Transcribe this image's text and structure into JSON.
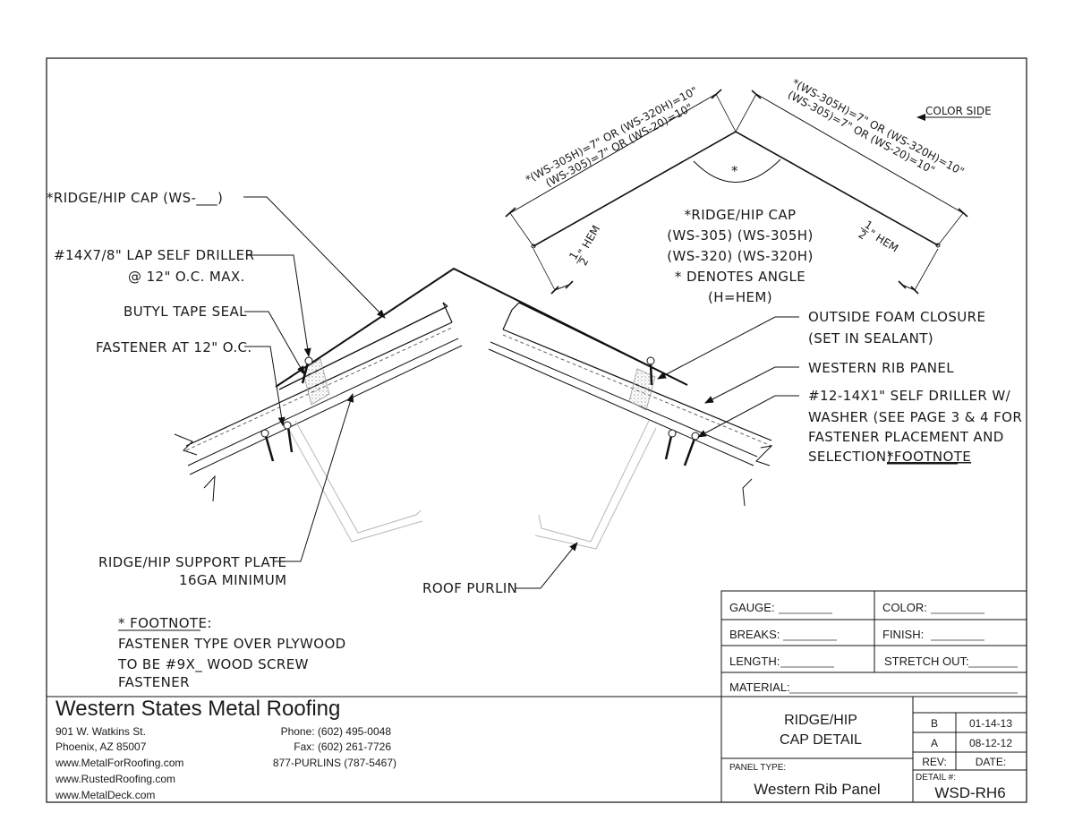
{
  "diagram": {
    "labels": {
      "cap_callout": "*RIDGE/HIP CAP (WS-___)",
      "lap_driller_1": "#14X7/8\" LAP SELF DRILLER",
      "lap_driller_2": "@ 12\" O.C. MAX.",
      "butyl": "BUTYL TAPE SEAL",
      "fastener": "FASTENER AT 12\" O.C.",
      "support_plate_1": "RIDGE/HIP SUPPORT PLATE",
      "support_plate_2": "16GA MINIMUM",
      "roof_purlin": "ROOF PURLIN",
      "foam_1": "OUTSIDE FOAM CLOSURE",
      "foam_2": "(SET IN SEALANT)",
      "rib_panel": "WESTERN RIB PANEL",
      "self_driller_1": "#12-14X1\" SELF DRILLER W/",
      "self_driller_2": "WASHER (SEE PAGE 3 & 4 FOR",
      "self_driller_3": "FASTENER PLACEMENT AND",
      "self_driller_4": "SELECTION)",
      "self_driller_footnote": "*FOOTNOTE",
      "footnote_title": "* FOOTNOTE:",
      "footnote_1": "FASTENER TYPE OVER PLYWOOD",
      "footnote_2": "TO BE #9X_ WOOD SCREW",
      "footnote_3": "FASTENER"
    },
    "profile": {
      "dim_left_1": "*(WS-305H)=7\" OR (WS-320H)=10\"",
      "dim_left_2": "(WS-305)=7\" OR (WS-20)=10\"",
      "dim_right_1": "*(WS-305H)=7\" OR (WS-320H)=10\"",
      "dim_right_2": "(WS-305)=7\" OR (WS-20)=10\"",
      "color_side": "COLOR SIDE",
      "angle_mark": "*",
      "hem_num": "1",
      "hem_den": "2",
      "hem_label": "\" HEM",
      "cap_title": "*RIDGE/HIP CAP",
      "cap_1": "(WS-305) (WS-305H)",
      "cap_2": "(WS-320) (WS-320H)",
      "cap_3": "* DENOTES ANGLE",
      "cap_4": "(H=HEM)"
    }
  },
  "title_block": {
    "fields": {
      "gauge": "GAUGE:",
      "color": "COLOR:",
      "breaks": "BREAKS:",
      "finish": "FINISH:",
      "length": "LENGTH:",
      "stretch_out": "STRETCH OUT:",
      "material": "MATERIAL:"
    },
    "company": "Western States Metal Roofing",
    "address_1": "901 W. Watkins St.",
    "address_2": "Phoenix, AZ 85007",
    "web_1": "www.MetalForRoofing.com",
    "web_2": "www.RustedRoofing.com",
    "web_3": "www.MetalDeck.com",
    "phone": "Phone: (602) 495-0048",
    "fax": "Fax: (602) 261-7726",
    "tollfree": "877-PURLINS (787-5467)",
    "drawing_title_1": "RIDGE/HIP",
    "drawing_title_2": "CAP DETAIL",
    "panel_type_label": "PANEL TYPE:",
    "panel_type": "Western Rib Panel",
    "revisions": [
      {
        "rev": "B",
        "date": "01-14-13"
      },
      {
        "rev": "A",
        "date": "08-12-12"
      }
    ],
    "rev_header": "REV:",
    "date_header": "DATE:",
    "detail_label": "DETAIL #:",
    "detail_number": "WSD-RH6"
  }
}
